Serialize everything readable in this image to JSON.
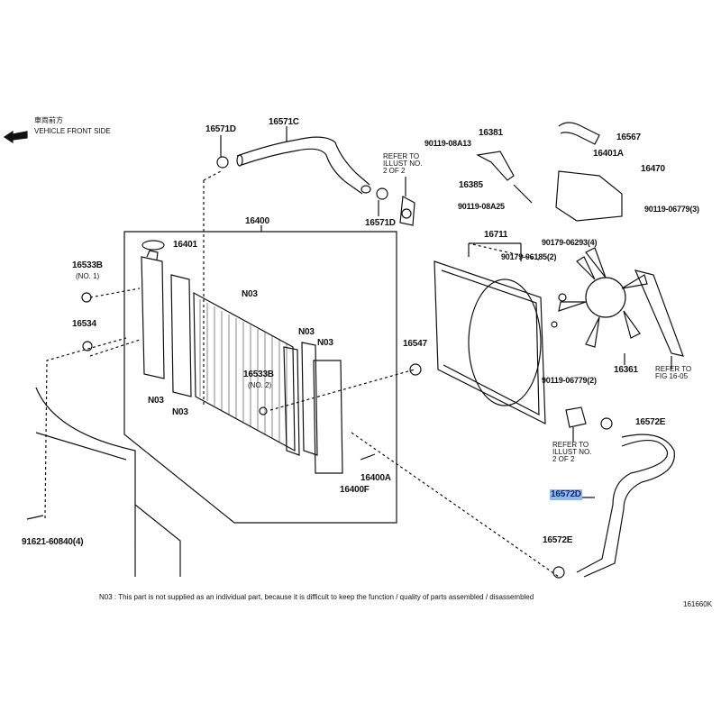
{
  "orientation": {
    "jp": "車両前方",
    "en": "VEHICLE FRONT SIDE"
  },
  "parts": {
    "p16571D_a": "16571D",
    "p16571C": "16571C",
    "p16571D_b": "16571D",
    "p16400": "16400",
    "p16401": "16401",
    "p16533B_1": "16533B",
    "p16533B_1_sub": "(NO. 1)",
    "p16534": "16534",
    "n03_a": "N03",
    "n03_b": "N03",
    "n03_c": "N03",
    "n03_d": "N03",
    "n03_e": "N03",
    "p16533B_2": "16533B",
    "p16533B_2_sub": "(NO. 2)",
    "p16547": "16547",
    "p16400A": "16400A",
    "p16400F": "16400F",
    "p91621": "91621-60840(4)",
    "p90119_08A13": "90119-08A13",
    "p16381": "16381",
    "p16385": "16385",
    "p90119_08A25": "90119-08A25",
    "p16567": "16567",
    "p16401A": "16401A",
    "p16470": "16470",
    "p90119_06779_3": "90119-06779(3)",
    "p16711": "16711",
    "p90179_06293": "90179-06293(4)",
    "p90179_06185": "90179-06185(2)",
    "p16361": "16361",
    "p90119_06779_2": "90119-06779(2)",
    "p16572E_a": "16572E",
    "p16572D": "16572D",
    "p16572E_b": "16572E"
  },
  "refs": {
    "illust_a": [
      "REFER  TO",
      "ILLUST  NO.",
      "2 OF 2"
    ],
    "illust_b": [
      "REFER  TO",
      "ILLUST  NO.",
      "2 OF 2"
    ],
    "fig": [
      "REFER  TO",
      "FIG  16-05"
    ]
  },
  "footnote": "N03 : This part is not supplied as an individual part, because it is difficult to keep the function / quality of parts assembled / disassembled",
  "figure_id": "161660K",
  "colors": {
    "highlight": "#8fb8f0",
    "ink": "#111111"
  }
}
